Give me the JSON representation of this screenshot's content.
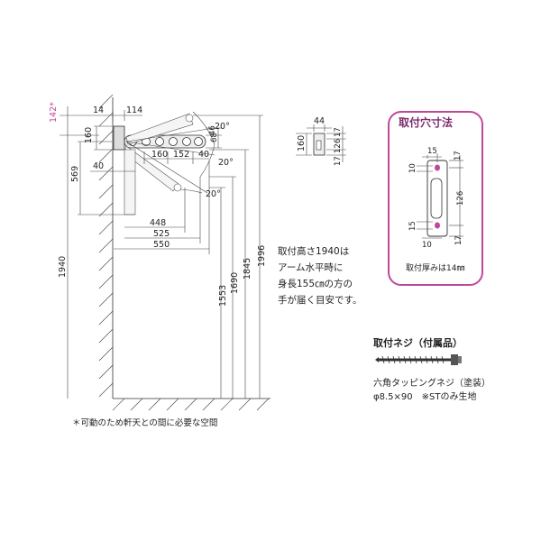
{
  "side_view": {
    "clearance_label": "142*",
    "dims": {
      "d14": "14",
      "d114": "114",
      "d160": "160",
      "d569": "569",
      "d40_left": "40",
      "d46": "46",
      "d68": "68",
      "d160b": "160",
      "d152": "152",
      "d40_mid": "40",
      "d448": "448",
      "d525": "525",
      "d550": "550",
      "d1940": "1940",
      "d1553": "1553",
      "d1690": "1690",
      "d1845": "1845",
      "d1996": "1996"
    },
    "angles": [
      "20°",
      "20°",
      "20°"
    ],
    "footnote": "＊可動のため軒天との間に必要な空間"
  },
  "bracket_view": {
    "d44": "44",
    "d17_top": "17",
    "d126": "126",
    "d17_bottom": "17",
    "d160": "160"
  },
  "install_note": {
    "line1": "取付高さ1940は",
    "line2": "アーム水平時に",
    "line3": "身長155㎝の方の",
    "line4": "手が届く目安です。"
  },
  "hole_panel": {
    "title": "取付穴寸法",
    "d15_top": "15",
    "d17_top": "17",
    "d10_top": "10",
    "d126": "126",
    "d15_bottom": "15",
    "d10_bottom": "10",
    "d17_bottom": "17",
    "thickness": "取付厚みは14㎜"
  },
  "screw": {
    "title": "取付ネジ（付属品）",
    "line1": "六角タッピングネジ（塗装）",
    "line2": "φ8.5×90　※STのみ生地"
  },
  "colors": {
    "accent": "#c0489a",
    "panel_border": "#c0489a"
  }
}
